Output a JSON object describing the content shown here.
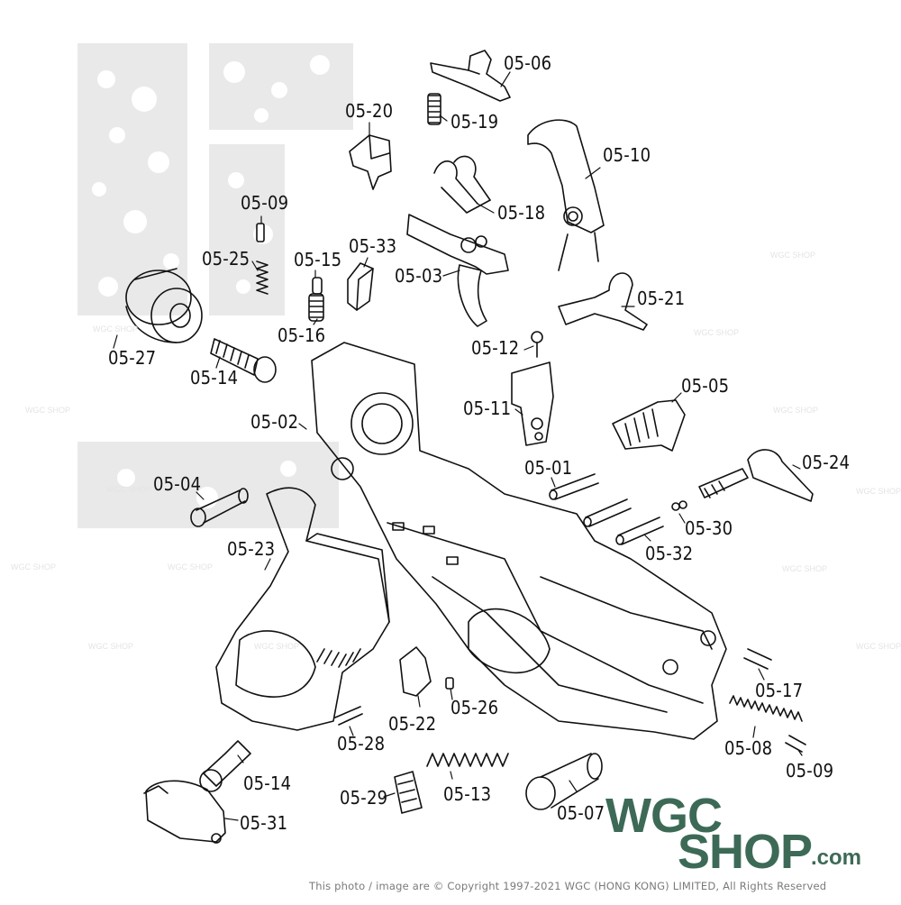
{
  "labels": [
    {
      "id": "05-06",
      "text": "05-06"
    },
    {
      "id": "05-19",
      "text": "05-19"
    },
    {
      "id": "05-20",
      "text": "05-20"
    },
    {
      "id": "05-10",
      "text": "05-10"
    },
    {
      "id": "05-18",
      "text": "05-18"
    },
    {
      "id": "05-09a",
      "text": "05-09"
    },
    {
      "id": "05-33",
      "text": "05-33"
    },
    {
      "id": "05-25",
      "text": "05-25"
    },
    {
      "id": "05-15",
      "text": "05-15"
    },
    {
      "id": "05-03",
      "text": "05-03"
    },
    {
      "id": "05-21",
      "text": "05-21"
    },
    {
      "id": "05-16",
      "text": "05-16"
    },
    {
      "id": "05-27",
      "text": "05-27"
    },
    {
      "id": "05-12",
      "text": "05-12"
    },
    {
      "id": "05-14a",
      "text": "05-14"
    },
    {
      "id": "05-05",
      "text": "05-05"
    },
    {
      "id": "05-11",
      "text": "05-11"
    },
    {
      "id": "05-02",
      "text": "05-02"
    },
    {
      "id": "05-01",
      "text": "05-01"
    },
    {
      "id": "05-24",
      "text": "05-24"
    },
    {
      "id": "05-04",
      "text": "05-04"
    },
    {
      "id": "05-30",
      "text": "05-30"
    },
    {
      "id": "05-23",
      "text": "05-23"
    },
    {
      "id": "05-32",
      "text": "05-32"
    },
    {
      "id": "05-17",
      "text": "05-17"
    },
    {
      "id": "05-26",
      "text": "05-26"
    },
    {
      "id": "05-22",
      "text": "05-22"
    },
    {
      "id": "05-28",
      "text": "05-28"
    },
    {
      "id": "05-08",
      "text": "05-08"
    },
    {
      "id": "05-09b",
      "text": "05-09"
    },
    {
      "id": "05-14b",
      "text": "05-14"
    },
    {
      "id": "05-29",
      "text": "05-29"
    },
    {
      "id": "05-13",
      "text": "05-13"
    },
    {
      "id": "05-07",
      "text": "05-07"
    },
    {
      "id": "05-31",
      "text": "05-31"
    }
  ],
  "brand": {
    "line1": "WGC",
    "line2": "SHOP",
    "suffix": ".com",
    "color": "#3d6a57"
  },
  "copyright": "This photo / image are © Copyright 1997-2021 WGC (HONG KONG) LIMITED, All Rights Reserved",
  "watermark_text": "WGC SHOP"
}
